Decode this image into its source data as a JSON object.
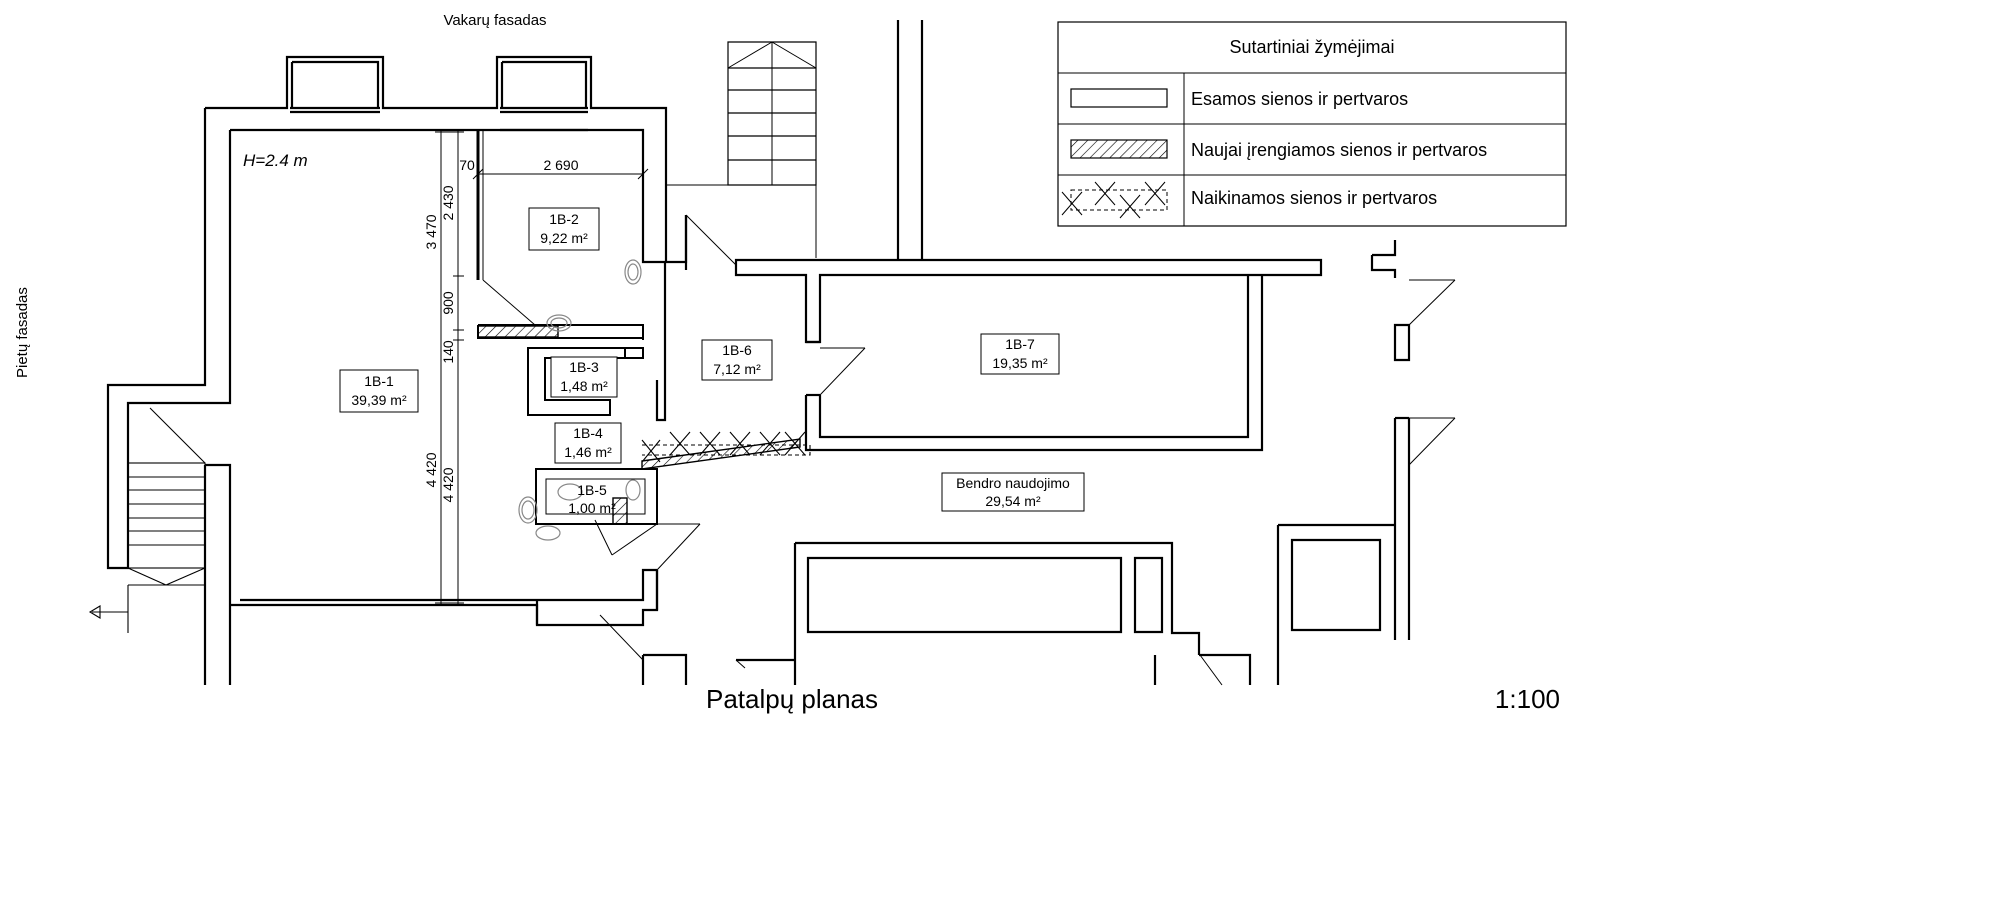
{
  "orientation": {
    "west_facade": "Vakarų fasadas",
    "south_facade": "Pietų fasadas"
  },
  "height_label": "H=2.4 m",
  "rooms": [
    {
      "id": "1B-1",
      "area": "39,39 m²"
    },
    {
      "id": "1B-2",
      "area": "9,22 m²"
    },
    {
      "id": "1B-3",
      "area": "1,48 m²"
    },
    {
      "id": "1B-4",
      "area": "1,46 m²"
    },
    {
      "id": "1B-5",
      "area": "1,00 m²"
    },
    {
      "id": "1B-6",
      "area": "7,12 m²"
    },
    {
      "id": "1B-7",
      "area": "19,35 m²"
    },
    {
      "id": "Bendro naudojimo",
      "area": "29,54 m²"
    }
  ],
  "dimensions": {
    "d_70": "70",
    "d_2690": "2 690",
    "d_2430": "2 430",
    "d_3470": "3 470",
    "d_900": "900",
    "d_140": "140",
    "d_4420_a": "4 420",
    "d_4420_b": "4 420"
  },
  "legend": {
    "title": "Sutartiniai žymėjimai",
    "items": [
      {
        "label": "Esamos sienos ir pertvaros",
        "symbol": "existing-wall"
      },
      {
        "label": "Naujai įrengiamos sienos ir pertvaros",
        "symbol": "new-wall-hatched"
      },
      {
        "label": "Naikinamos sienos ir pertvaros",
        "symbol": "demolished-wall-crossed"
      }
    ]
  },
  "title": "Patalpų planas",
  "scale": "1:100"
}
